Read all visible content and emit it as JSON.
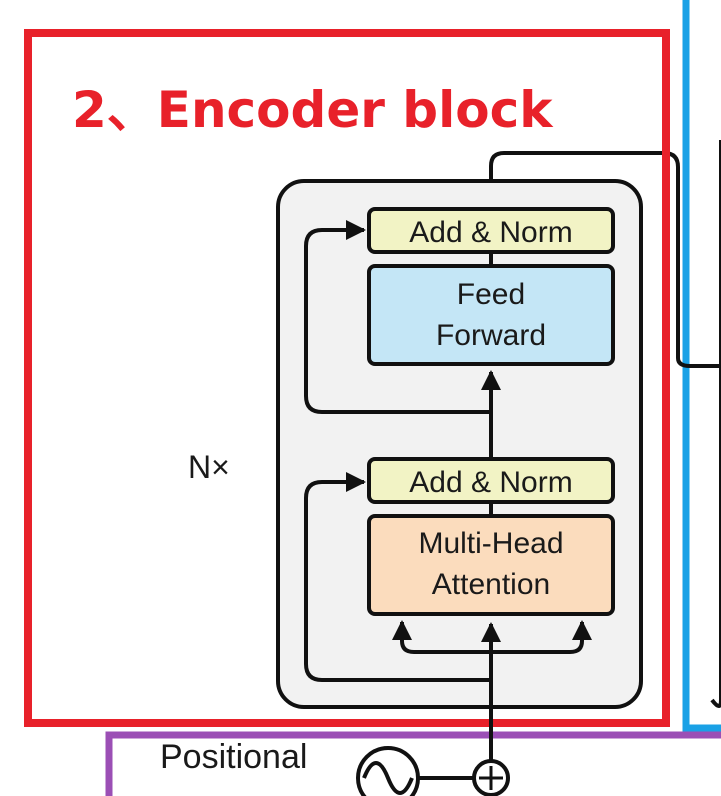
{
  "title": "2、Encoder block",
  "repeat_label": "N×",
  "blocks": {
    "add_norm_top": "Add & Norm",
    "feed_forward_line1": "Feed",
    "feed_forward_line2": "Forward",
    "add_norm_bottom": "Add & Norm",
    "attention_line1": "Multi-Head",
    "attention_line2": "Attention"
  },
  "footer": {
    "positional_encoding": "Positional"
  },
  "colors": {
    "encoder_frame": "#e8212a",
    "decoder_frame": "#1aa1e6",
    "input_frame": "#9b4fb5",
    "add_norm_fill": "#f2f3c5",
    "feed_forward_fill": "#c4e6f6",
    "attention_fill": "#fbdcbd",
    "stack_fill": "#f2f2f2"
  }
}
